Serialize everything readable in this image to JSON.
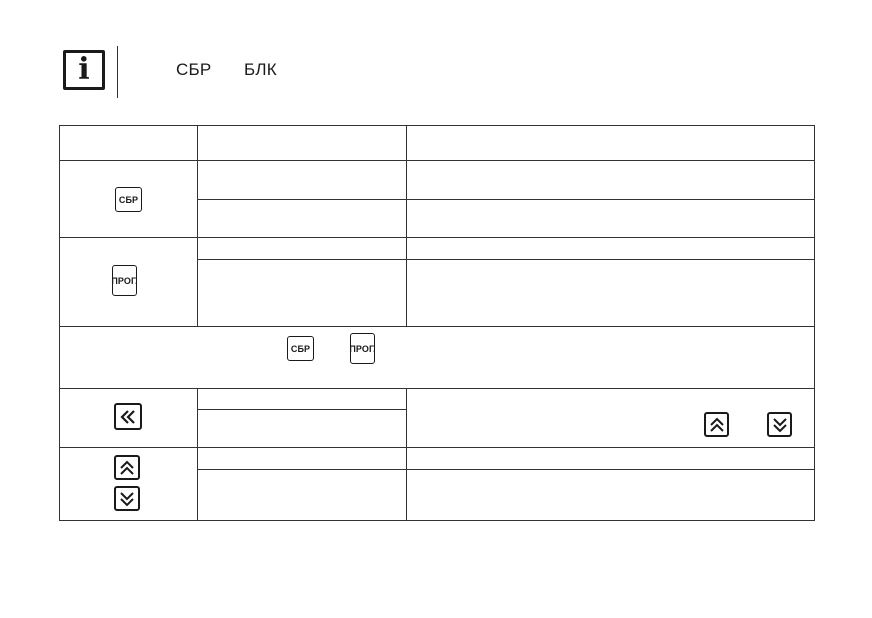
{
  "header": {
    "info_icon": "i",
    "text_1": "СБР",
    "text_2": "БЛК"
  },
  "keys": {
    "reset": "СБР",
    "program": "ПРОГ.",
    "icons": {
      "left": "double-chevron-left-icon",
      "up": "double-chevron-up-icon",
      "down": "double-chevron-down-icon"
    }
  }
}
